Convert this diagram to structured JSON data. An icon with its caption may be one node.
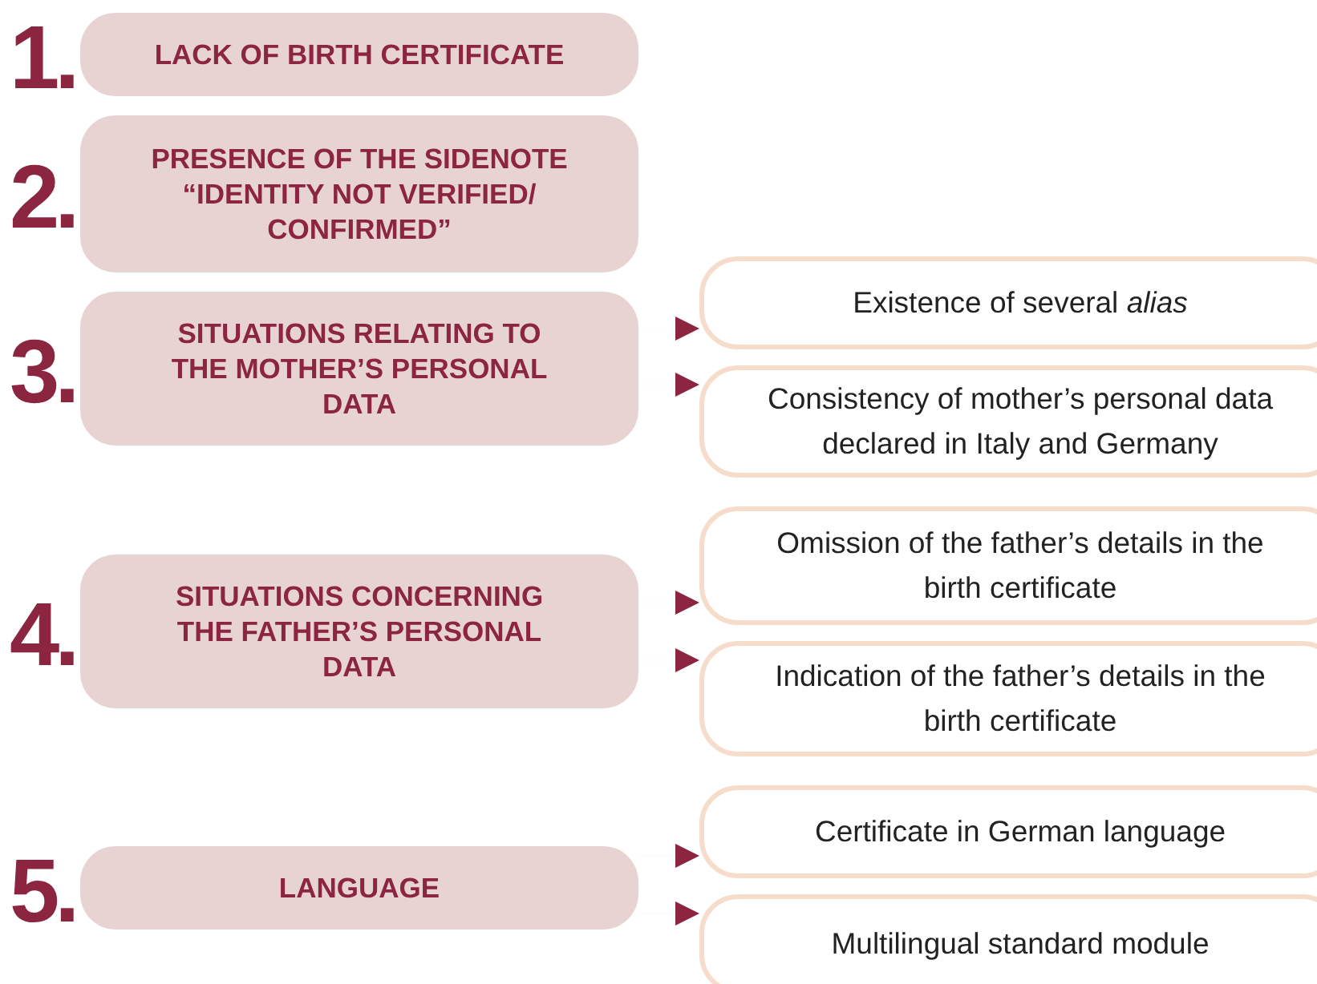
{
  "diagram": {
    "nodes": [
      {
        "text": [
          "LACK OF BIRTH CERTIFICATE"
        ],
        "beside": [
          "1."
        ]
      },
      {
        "text": [
          "PRESENCE OF THE SIDENOTE “IDENTITY NOT VERIFIED/ CONFIRMED”"
        ],
        "beside": [
          "2."
        ]
      },
      {
        "text": [
          "SITUATIONS RELATING TO THE MOTHER’S PERSONAL DATA"
        ],
        "beside": [
          "3."
        ]
      },
      {
        "text": [
          "Existence of several *alias*"
        ]
      },
      {
        "text": [
          "Consistency of mother’s personal data declared in Italy and Germany"
        ]
      },
      {
        "text": [
          "SITUATIONS CONCERNING THE FATHER’S PERSONAL DATA"
        ],
        "beside": [
          "4."
        ]
      },
      {
        "text": [
          "Omission of the father’s details in the birth certificate"
        ]
      },
      {
        "text": [
          "Indication of the father’s details in the birth certificate"
        ]
      },
      {
        "text": [
          "LANGUAGE"
        ],
        "beside": [
          "5."
        ]
      },
      {
        "text": [
          "Certificate in German language"
        ]
      },
      {
        "text": [
          "Multilingual standard module"
        ]
      }
    ],
    "edges": [
      {
        "from": 2,
        "to": 3,
        "arrow": "to"
      },
      {
        "from": 2,
        "to": 4,
        "arrow": "to"
      },
      {
        "from": 5,
        "to": 6,
        "arrow": "to"
      },
      {
        "from": 5,
        "to": 7,
        "arrow": "to"
      },
      {
        "from": 8,
        "to": 9,
        "arrow": "to"
      },
      {
        "from": 8,
        "to": 10,
        "arrow": "to"
      }
    ]
  }
}
